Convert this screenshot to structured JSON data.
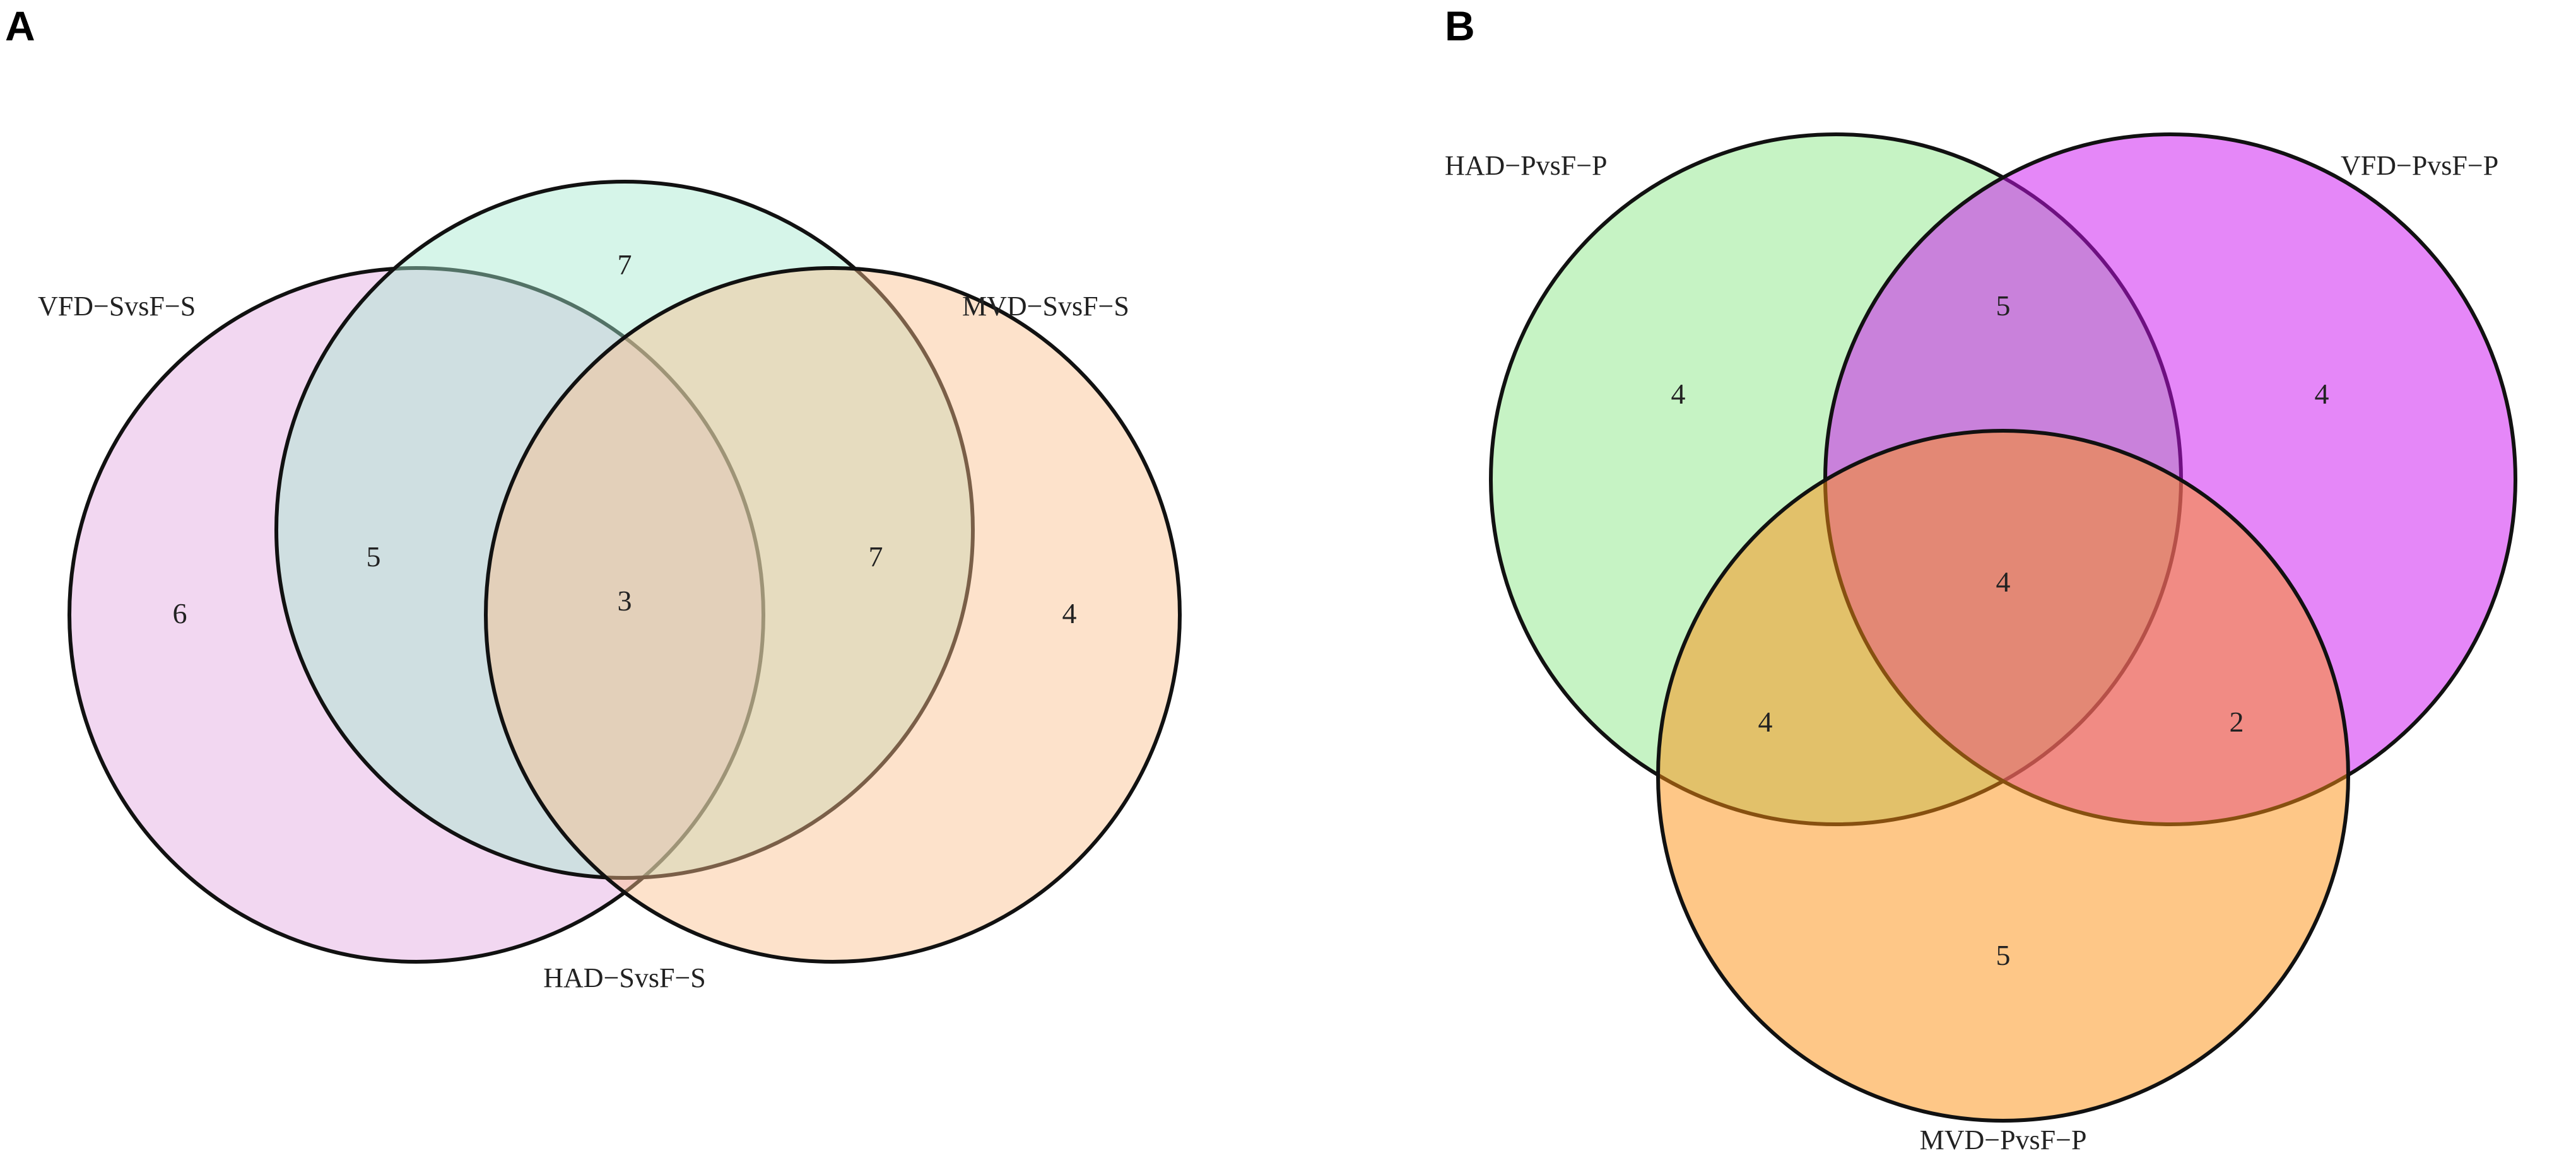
{
  "panels": [
    {
      "letter": "A",
      "sets": [
        {
          "name": "VFD−SvsF−S",
          "color": "#e3a6e0"
        },
        {
          "name": "HAD−SvsF−S",
          "color": "#a5e8cf"
        },
        {
          "name": "MVD−SvsF−S",
          "color": "#fbbf8c"
        }
      ],
      "counts": {
        "vfd_only": "6",
        "had_only": "7",
        "mvd_only": "4",
        "vfd_had": "5",
        "had_mvd": "7",
        "all_three": "3"
      }
    },
    {
      "letter": "B",
      "sets": [
        {
          "name": "HAD−PvsF−P",
          "color": "#8ee889"
        },
        {
          "name": "VFD−PvsF−P",
          "color": "#cc10f2"
        },
        {
          "name": "MVD−PvsF−P",
          "color": "#fd8f0f"
        }
      ],
      "counts": {
        "had_only": "4",
        "vfd_only": "4",
        "mvd_only": "5",
        "had_vfd": "5",
        "had_mvd": "4",
        "vfd_mvd": "2",
        "all_three": "4"
      }
    }
  ]
}
